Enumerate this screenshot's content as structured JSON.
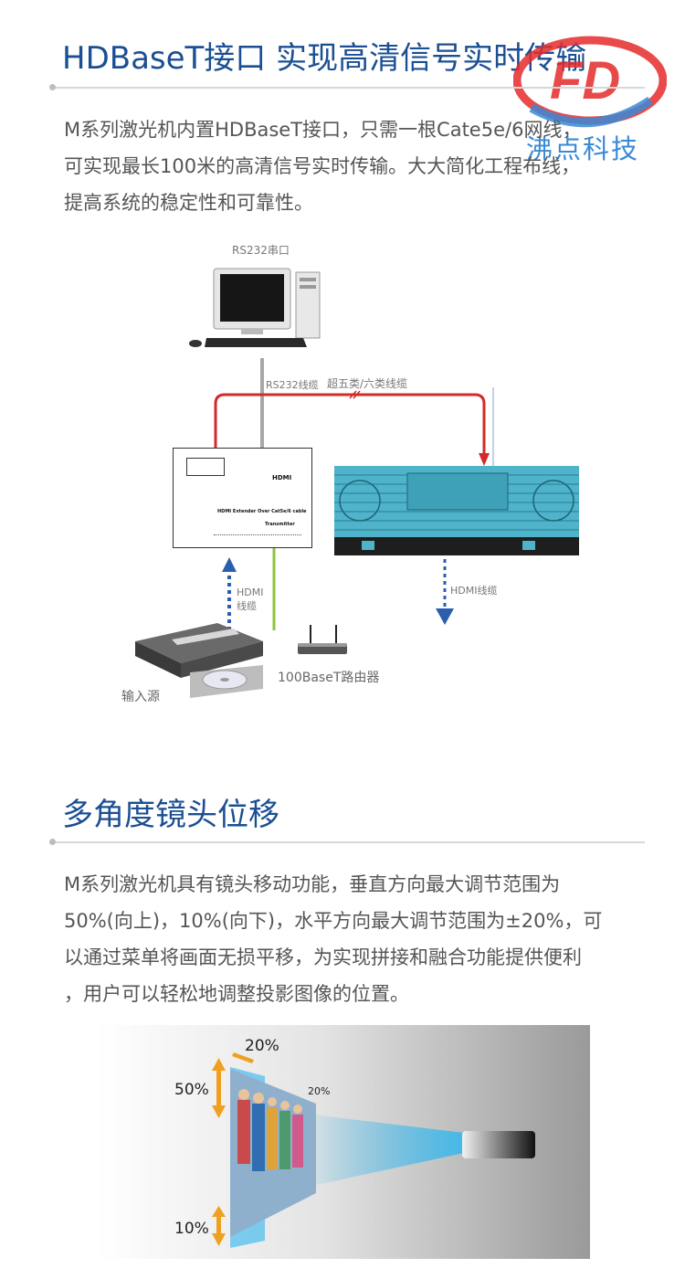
{
  "section1": {
    "title": "HDBaseT接口  实现高清信号实时传输",
    "lines": [
      "M系列激光机内置HDBaseT接口，只需一根Cate5e/6网线，",
      "可实现最长100米的高清信号实时传输。大大简化工程布线，",
      "提高系统的稳定性和可靠性。"
    ]
  },
  "logo": {
    "text": "沸点科技",
    "mark": "FD",
    "color_red": "#e52b2b",
    "color_blue": "#3a8ad6"
  },
  "diagram": {
    "rs232_port": "RS232串口",
    "rs232_cable": "RS232线缆",
    "cat_cable": "超五类/六类线缆",
    "hdmi_cable_in_1": "HDMI",
    "hdmi_cable_in_2": "线缆",
    "hdmi_cable_out": "HDMI线缆",
    "router": "100BaseT路由器",
    "source": "输入源",
    "box_hdmi": "HDMI",
    "box_extender": "HDMI Extender Over Cat5e/6 cable",
    "box_transmitter": "Transmitter",
    "colors": {
      "red": "#d42a2a",
      "blue": "#2b5fae",
      "green": "#8cc43c",
      "projector": "#4fb3c9"
    }
  },
  "section2": {
    "title": "多角度镜头位移",
    "lines": [
      "M系列激光机具有镜头移动功能，垂直方向最大调节范围为",
      "50%(向上)，10%(向下)，水平方向最大调节范围为±20%，可",
      "以通过菜单将画面无损平移，为实现拼接和融合功能提供便利",
      "，用户可以轻松地调整投影图像的位置。"
    ]
  },
  "shift": {
    "top_h": "20%",
    "up": "50%",
    "side_h": "20%",
    "down": "10%",
    "colors": {
      "arrow": "#f0a020",
      "beam": "#3fb8ea"
    }
  }
}
